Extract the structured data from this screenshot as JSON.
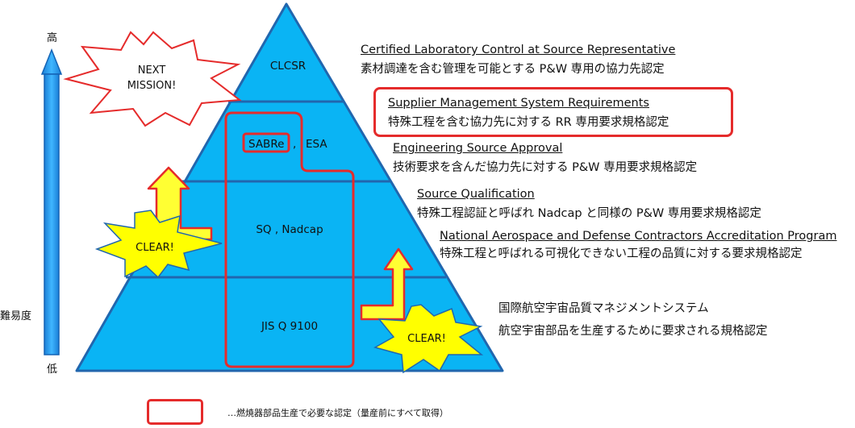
{
  "axis": {
    "high": "高",
    "low": "低",
    "label": "難易度"
  },
  "levels": [
    {
      "name": "CLCSR"
    },
    {
      "name_a": "SABRe",
      "sep": ",",
      "name_b": "ESA"
    },
    {
      "name": "SQ , Nadcap"
    },
    {
      "name": "JIS Q 9100"
    }
  ],
  "bursts": {
    "next": [
      "NEXT",
      "MISSION!"
    ],
    "clear1": "CLEAR!",
    "clear2": "CLEAR!"
  },
  "descriptions": [
    {
      "en": "Certified Laboratory Control at Source Representative",
      "ja": "素材調達を含む管理を可能とする P&W 専用の協力先認定"
    },
    {
      "en": "Supplier Management System Requirements",
      "ja": "特殊工程を含む協力先に対する RR 専用要求規格認定"
    },
    {
      "en": "Engineering Source Approval",
      "ja": "技術要求を含んだ協力先に対する P&W 専用要求規格認定"
    },
    {
      "en": "Source Qualification",
      "ja": "特殊工程認証と呼ばれ Nadcap と同様の P&W 専用要求規格認定"
    },
    {
      "en": "National Aerospace and Defense Contractors Accreditation Program",
      "ja": "特殊工程と呼ばれる可視化できない工程の品質に対する要求規格認定"
    },
    {
      "en": "国際航空宇宙品質マネジメントシステム",
      "ja": "航空宇宙部品を生産するために要求される規格認定"
    }
  ],
  "legend": {
    "text": "…燃焼器部品生産で必要な認定（量産前にすべて取得）"
  },
  "colors": {
    "pyramid": "#0ab4f4",
    "lines": "#2166ae",
    "highlight": "#e52b2b",
    "arrow_yellow": "#ffff33",
    "burst": "#ffff00"
  }
}
